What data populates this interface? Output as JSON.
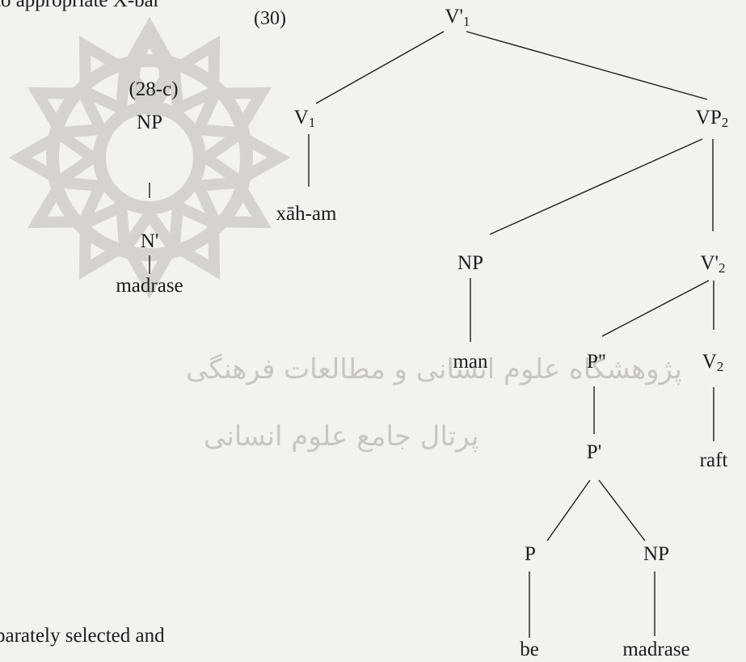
{
  "page_fragments": {
    "top_left": "to appropriate X-bar",
    "bottom_left": "parately selected and"
  },
  "watermark": {
    "line1": "پژوهشگاه علوم انسانی و مطالعات فرهنگی",
    "line2": "پرتال جامع علوم انسانی"
  },
  "example_28c": {
    "number": "(28-c)",
    "nodes": {
      "np": "NP",
      "nbar": "N'",
      "leaf": "madrase"
    }
  },
  "example_30": {
    "number": "(30)",
    "nodes": {
      "root": {
        "base": "V'",
        "sub": "1"
      },
      "v1": {
        "base": "V",
        "sub": "1"
      },
      "vp2": {
        "base": "VP",
        "sub": "2"
      },
      "v1_leaf": "xāh-am",
      "np_subj": "NP",
      "vbar2": {
        "base": "V'",
        "sub": "2"
      },
      "subj_leaf": "man",
      "pp": "P\"",
      "v2": {
        "base": "V",
        "sub": "2"
      },
      "pbar": "P'",
      "v2_leaf": "raft",
      "p": "P",
      "np_obj": "NP",
      "p_leaf": "be",
      "obj_leaf": "madrase"
    }
  }
}
